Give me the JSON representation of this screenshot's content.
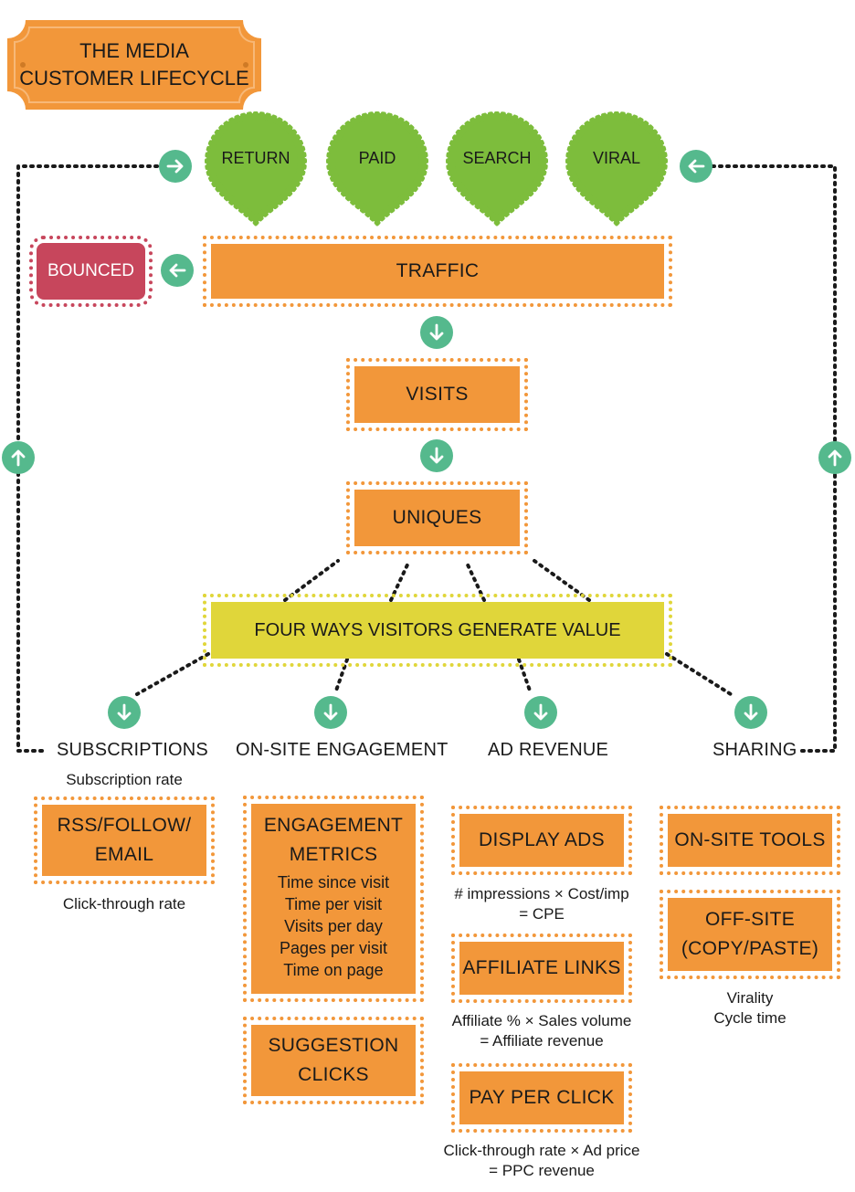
{
  "title": {
    "line1": "THE MEDIA",
    "line2": "CUSTOMER LIFECYCLE"
  },
  "sources": [
    "RETURN",
    "PAID",
    "SEARCH",
    "VIRAL"
  ],
  "flow": {
    "traffic": "TRAFFIC",
    "bounced": "BOUNCED",
    "visits": "VISITS",
    "uniques": "UNIQUES",
    "value": "FOUR WAYS VISITORS GENERATE VALUE"
  },
  "ways": {
    "subscriptions": {
      "heading": "SUBSCRIPTIONS",
      "rate": "Subscription rate",
      "box_line1": "RSS/FOLLOW/",
      "box_line2": "EMAIL",
      "after": "Click-through rate"
    },
    "engagement": {
      "heading": "ON-SITE ENGAGEMENT",
      "box_title1": "ENGAGEMENT",
      "box_title2": "METRICS",
      "metrics": [
        "Time since visit",
        "Time per visit",
        "Visits per day",
        "Pages per visit",
        "Time on page"
      ],
      "suggest1": "SUGGESTION",
      "suggest2": "CLICKS"
    },
    "ads": {
      "heading": "AD REVENUE",
      "display": "DISPLAY ADS",
      "display_f1": "# impressions × Cost/imp",
      "display_f2": "= CPE",
      "affiliate": "AFFILIATE LINKS",
      "affiliate_f1": "Affiliate % × Sales volume",
      "affiliate_f2": "= Affiliate revenue",
      "ppc": "PAY PER CLICK",
      "ppc_f1": "Click-through rate × Ad price",
      "ppc_f2": "= PPC revenue"
    },
    "sharing": {
      "heading": "SHARING",
      "onsite": "ON-SITE TOOLS",
      "offsite1": "OFF-SITE",
      "offsite2": "(COPY/PASTE)",
      "note1": "Virality",
      "note2": "Cycle time"
    }
  },
  "colors": {
    "orange": "#f2973a",
    "green_pin": "#7dbd3c",
    "teal_arrow": "#55b98d",
    "yellow": "#e0d63a",
    "red": "#c7465c"
  }
}
